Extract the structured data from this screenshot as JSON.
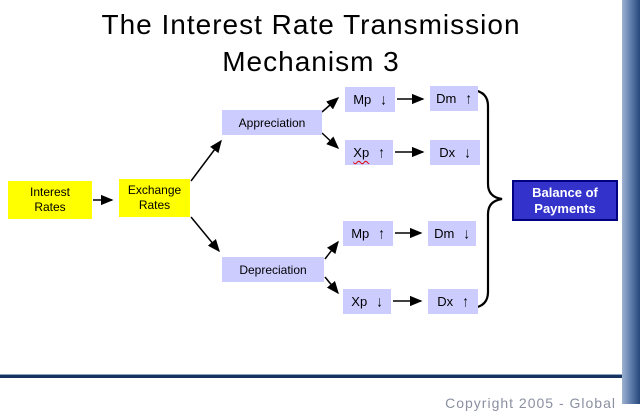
{
  "title": {
    "line1": "The Interest Rate Transmission",
    "line2": "Mechanism 3"
  },
  "nodes": {
    "interest_rates": {
      "line1": "Interest",
      "line2": "Rates"
    },
    "exchange_rates": {
      "line1": "Exchange",
      "line2": "Rates"
    },
    "appreciation": "Appreciation",
    "depreciation": "Depreciation",
    "balance_of_payments": {
      "line1": "Balance of",
      "line2": "Payments"
    }
  },
  "flow_boxes": {
    "mp_down": {
      "label": "Mp",
      "arrow": "↓"
    },
    "dm_up": {
      "label": "Dm",
      "arrow": "↑"
    },
    "xp_up": {
      "label": "Xp",
      "arrow": "↑"
    },
    "dx_down": {
      "label": "Dx",
      "arrow": "↓"
    },
    "mp_up": {
      "label": "Mp",
      "arrow": "↑"
    },
    "dm_down": {
      "label": "Dm",
      "arrow": "↓"
    },
    "xp_down": {
      "label": "Xp",
      "arrow": "↓"
    },
    "dx_up": {
      "label": "Dx",
      "arrow": "↑"
    }
  },
  "footer": {
    "partial_text": "Copyright 2005 - Global"
  },
  "colors": {
    "highlight_yellow": "#FFFF00",
    "lavender": "#CCCCFF",
    "bop_fill": "#3333CC",
    "bop_border": "#000080",
    "divider_navy": "#16335F",
    "edge_strip_dark": "#25477A",
    "edge_strip_light": "#9FB2D0",
    "squiggle_red": "#E00000",
    "title_text": "#000000",
    "bop_text": "#FFFFFF"
  }
}
